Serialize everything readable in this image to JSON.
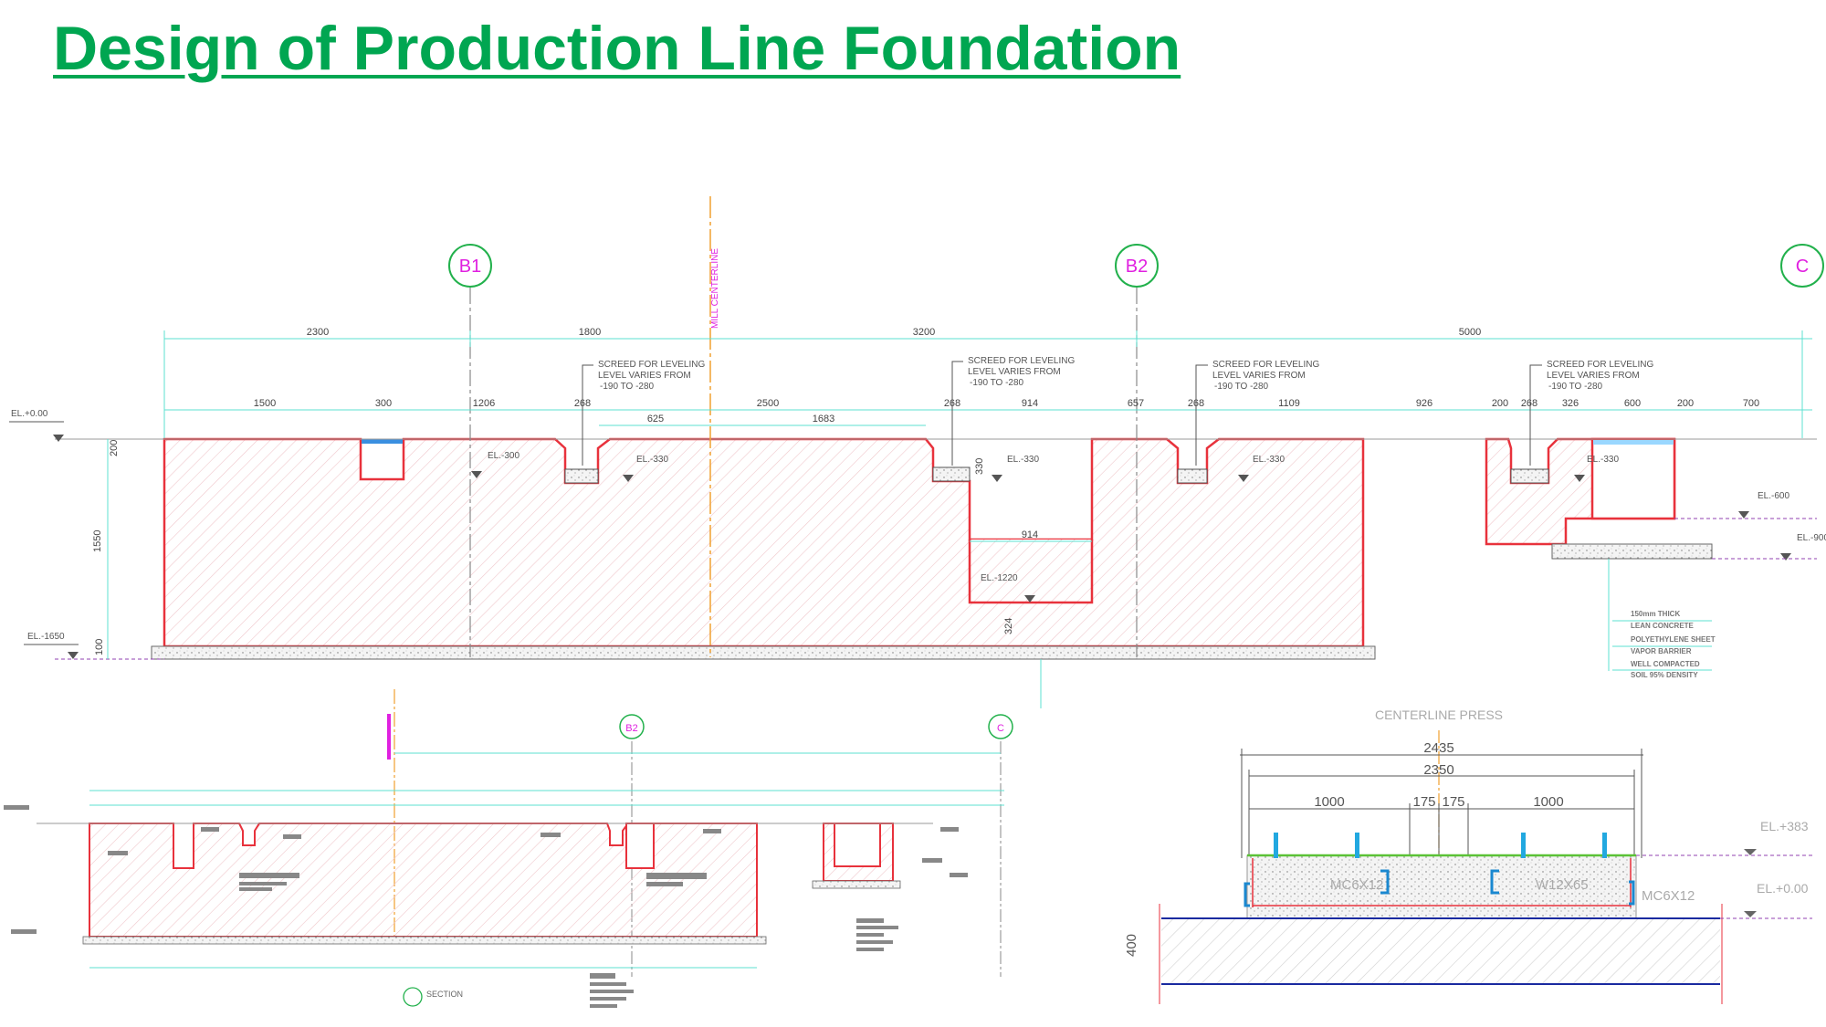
{
  "title": "Design of Production Line Foundation",
  "main_section": {
    "gridlines": [
      "B1",
      "B2",
      "C"
    ],
    "centerline_label": "MILL CENTERLINE",
    "top_dims": [
      "2300",
      "1800",
      "3200",
      "5000"
    ],
    "detail_dims": [
      "1500",
      "300",
      "1206",
      "268",
      "625",
      "2500",
      "1683",
      "268",
      "914",
      "657",
      "268",
      "1109",
      "926",
      "200",
      "268",
      "326",
      "600",
      "200",
      "700"
    ],
    "vertical_dims": [
      "200",
      "1550",
      "100",
      "330",
      "324"
    ],
    "inner_dims": [
      "914"
    ],
    "screed_note": [
      "SCREED FOR LEVELING",
      "LEVEL VARIES FROM",
      "-190 TO -280"
    ],
    "elevations": [
      "EL.+0.00",
      "EL.-300",
      "EL.-330",
      "EL.-330",
      "EL.-330",
      "EL.-330",
      "EL.-1220",
      "EL.-1650",
      "EL.-600",
      "EL.-900"
    ],
    "legend_lines": [
      "150mm THICK",
      "LEAN CONCRETE",
      "POLYETHYLENE SHEET",
      "VAPOR BARRIER",
      "WELL COMPACTED",
      "SOIL 95% DENSITY"
    ]
  },
  "small_section": {
    "gridlines": [
      "B2",
      "C"
    ],
    "section_label": "SECTION"
  },
  "press_detail": {
    "title": "CENTERLINE PRESS",
    "dims": [
      "2435",
      "2350",
      "1000",
      "175",
      "175",
      "1000"
    ],
    "members": [
      "MC6X12",
      "W12X65",
      "MC6X12"
    ],
    "elevations": [
      "EL.+383",
      "EL.+0.00"
    ],
    "height_dim": "400"
  },
  "colors": {
    "title": "#00a651",
    "outline": "#e8323c",
    "dimension": "#5de0d0",
    "gridline_circle": "#22b14c",
    "gridline_label": "#e020e0",
    "centerline": "#f0a030",
    "leader": "#9040b0"
  }
}
